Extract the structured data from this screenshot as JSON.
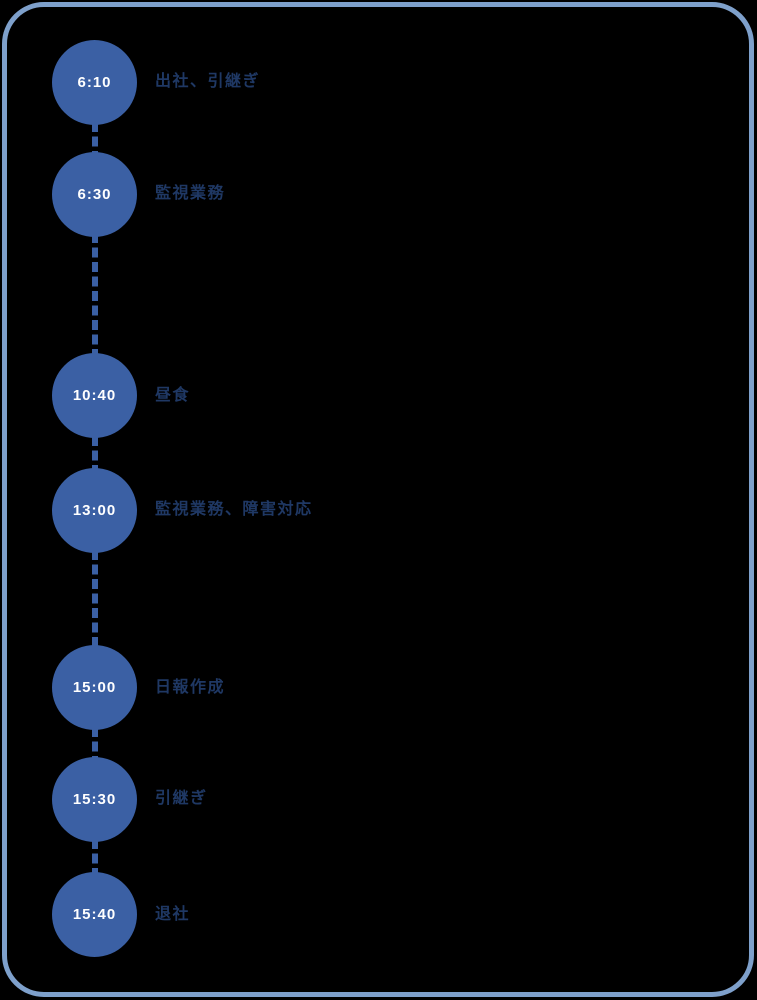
{
  "timeline": {
    "title": "shift-schedule-timeline",
    "events": [
      {
        "time": "6:10",
        "label": "出社、引継ぎ"
      },
      {
        "time": "6:30",
        "label": "監視業務"
      },
      {
        "time": "10:40",
        "label": "昼食"
      },
      {
        "time": "13:00",
        "label": "監視業務、障害対応"
      },
      {
        "time": "15:00",
        "label": "日報作成"
      },
      {
        "time": "15:30",
        "label": "引継ぎ"
      },
      {
        "time": "15:40",
        "label": "退社"
      }
    ]
  },
  "colors": {
    "background": "#000000",
    "frame_border": "#7EA0CB",
    "node_fill": "#3B60A4",
    "node_time_text": "#FFFFFF",
    "label_text": "#1F3864",
    "connector": "#3B60A4"
  }
}
